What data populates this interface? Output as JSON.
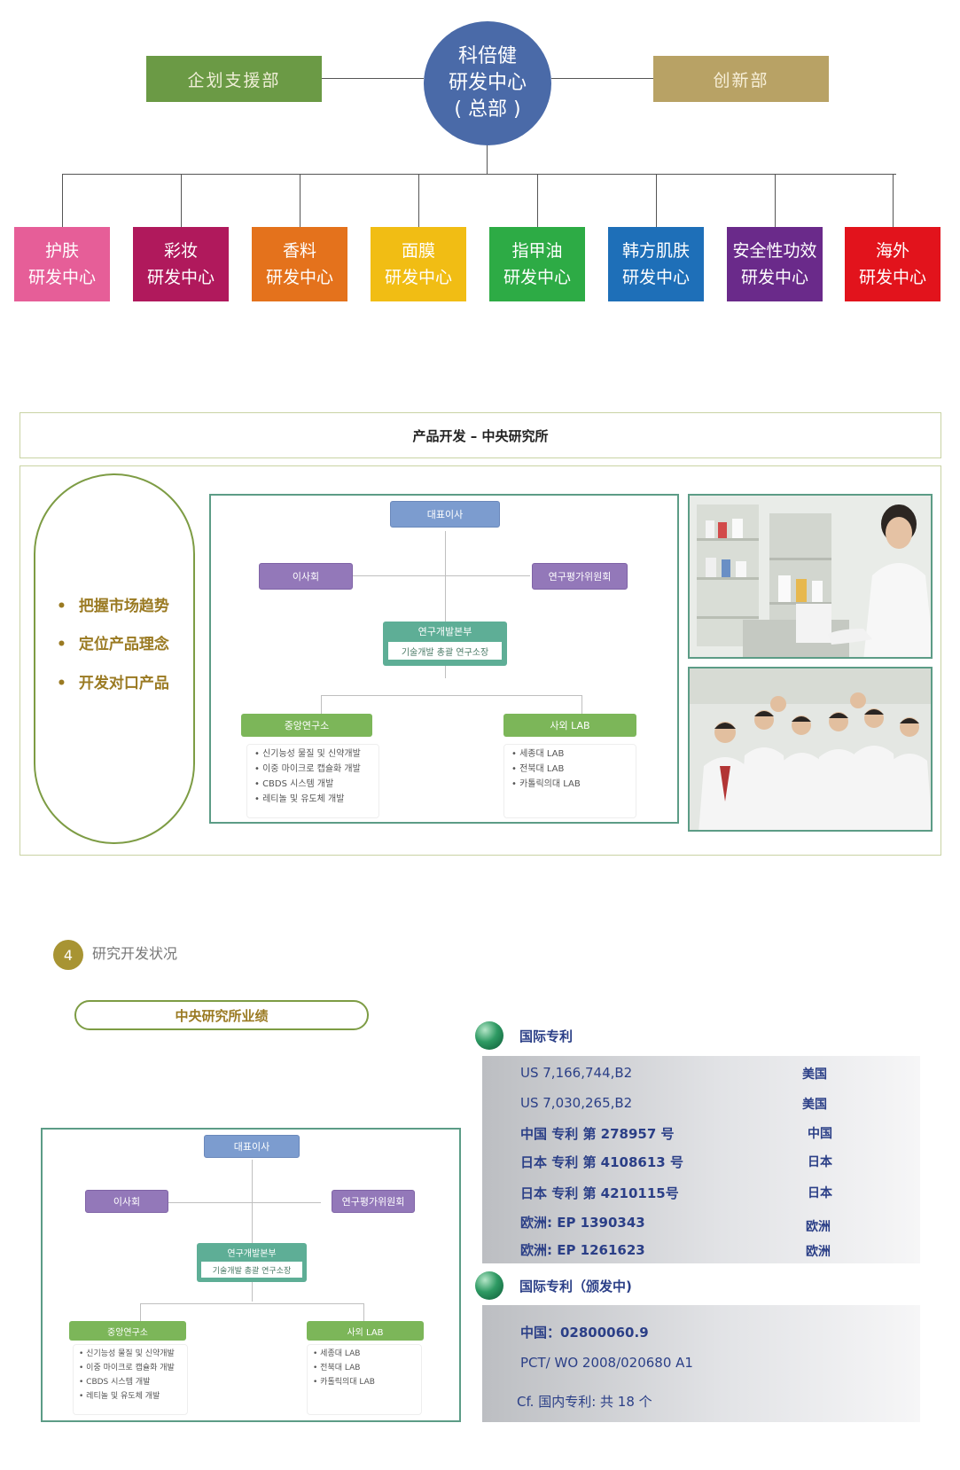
{
  "org_chart": {
    "hq_lines": [
      "科倍健",
      "研发中心",
      "( 总部 )"
    ],
    "left_dept": "企划支援部",
    "right_dept": "创新部",
    "centers": [
      {
        "line1": "护肤",
        "line2": "研发中心",
        "color": "#e65e98"
      },
      {
        "line1": "彩妆",
        "line2": "研发中心",
        "color": "#b0195c"
      },
      {
        "line1": "香料",
        "line2": "研发中心",
        "color": "#e4721c"
      },
      {
        "line1": "面膜",
        "line2": "研发中心",
        "color": "#f1bd14"
      },
      {
        "line1": "指甲油",
        "line2": "研发中心",
        "color": "#2dab45"
      },
      {
        "line1": "韩方肌肤",
        "line2": "研发中心",
        "color": "#1e6fb8"
      },
      {
        "line1": "安全性功效",
        "line2": "研发中心",
        "color": "#6a2a8a"
      },
      {
        "line1": "海外",
        "line2": "研发中心",
        "color": "#e2131c"
      }
    ]
  },
  "product_dev": {
    "banner": "产品开发 – 中央研究所",
    "bullets": [
      "把握市场趋势",
      "定位产品理念",
      "开发对口产品"
    ]
  },
  "korean_org": {
    "ceo": "대표이사",
    "board": "이사회",
    "eval": "연구평가위원회",
    "rd_hq": "연구개발본부",
    "rd_hq_sub": "기술개발 총괄 연구소장",
    "central_lab": "중앙연구소",
    "central_items": [
      "신기능성 물질 및 신약개발",
      "이중 마이크로 캡슐화 개발",
      "CBDS 시스템 개발",
      "레티놀 및 유도체 개발"
    ],
    "outside_lab": "사외 LAB",
    "outside_items": [
      "세종대 LAB",
      "전북대 LAB",
      "카톨릭의대 LAB"
    ]
  },
  "rd_status": {
    "number": "4",
    "title": "研究开发状况",
    "performance": "中央研究所业绩",
    "intl_patents_head": "国际专利",
    "intl_patents": [
      {
        "id": "US 7,166,744,B2",
        "country": "美国"
      },
      {
        "id": "US 7,030,265,B2",
        "country": "美国"
      },
      {
        "id": "中国 专利 第 278957 号",
        "country": "中国"
      },
      {
        "id": "日本 专利 第 4108613 号",
        "country": "日本"
      },
      {
        "id": "日本 专利 第 4210115号",
        "country": "日本"
      },
      {
        "id": "欧洲: EP 1390343",
        "country": "欧洲"
      },
      {
        "id": "欧洲: EP 1261623",
        "country": "欧洲"
      }
    ],
    "pending_head": "国际专利（颁发中)",
    "pending": [
      "中国：02800060.9",
      "PCT/ WO 2008/020680 A1",
      "Cf. 国内专利: 共 18 个"
    ]
  }
}
